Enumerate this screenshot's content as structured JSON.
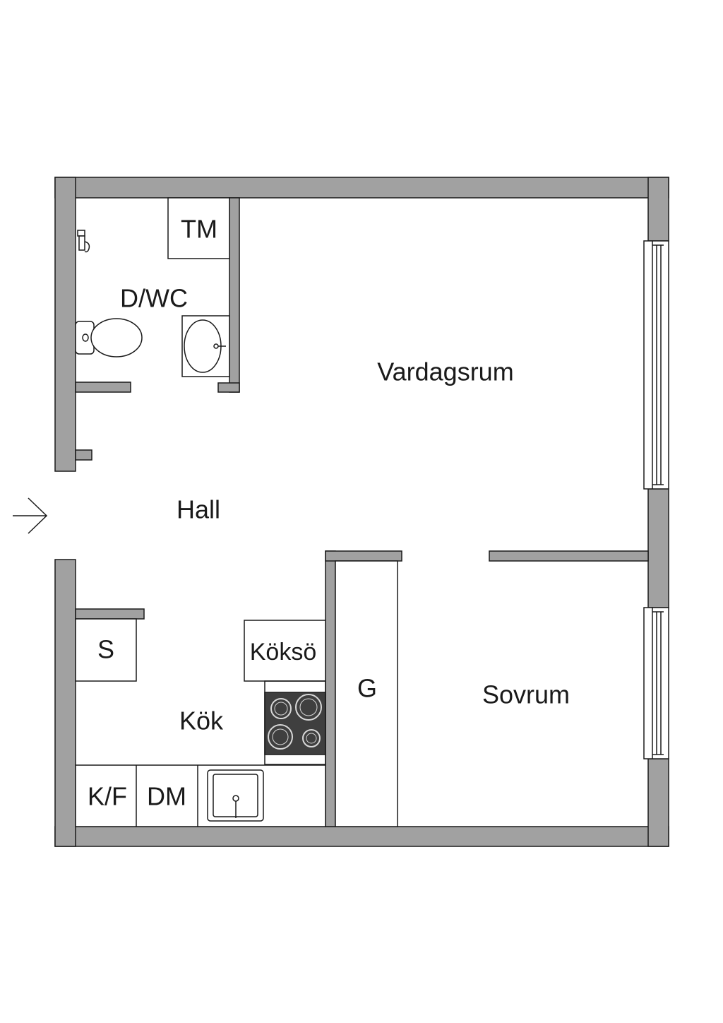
{
  "rooms": {
    "living": "Vardagsrum",
    "bedroom": "Sovrum",
    "hall": "Hall",
    "kitchen": "Kök",
    "bathroom": "D/WC"
  },
  "fixtures": {
    "tm": "TM",
    "s": "S",
    "koksö": "Köksö",
    "g": "G",
    "kf": "K/F",
    "dm": "DM"
  },
  "colors": {
    "wall": "#a1a1a1",
    "line": "#1a1a1a",
    "background": "#ffffff"
  },
  "icons": [
    "entrance-arrow-icon",
    "toilet-icon",
    "washbasin-icon",
    "stove-icon",
    "kitchen-sink-icon",
    "faucet-icon",
    "window-icon"
  ]
}
